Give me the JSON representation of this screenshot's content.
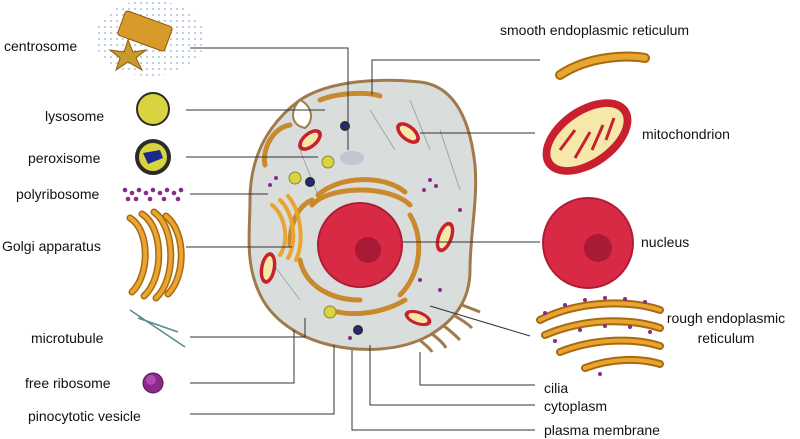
{
  "labels": {
    "centrosome": "centrosome",
    "lysosome": "lysosome",
    "peroxisome": "peroxisome",
    "polyribosome": "polyribosome",
    "golgi": "Golgi apparatus",
    "microtubule": "microtubule",
    "free_ribosome": "free ribosome",
    "pinocytotic_vesicle": "pinocytotic vesicle",
    "smooth_er": "smooth endoplasmic reticulum",
    "mitochondrion": "mitochondrion",
    "nucleus": "nucleus",
    "rough_er_line1": "rough  endoplasmic",
    "rough_er_line2": "reticulum",
    "cilia": "cilia",
    "cytoplasm": "cytoplasm",
    "plasma_membrane": "plasma membrane"
  },
  "colors": {
    "cytoplasm": "#d9dedd",
    "membrane": "#a07a4a",
    "nucleus": "#d92a45",
    "nucleolus": "#a81a35",
    "golgi": "#e9a530",
    "golgi_edge": "#a86a10",
    "mito_outer": "#c8202f",
    "mito_inner": "#f5e8a8",
    "rer": "#c9892d",
    "ribosome": "#8a2a8a",
    "lysosome": "#d8d440",
    "peroxisome_outer": "#2b2b2b",
    "peroxisome_inner": "#1b2a8a",
    "leader": "#333333"
  }
}
